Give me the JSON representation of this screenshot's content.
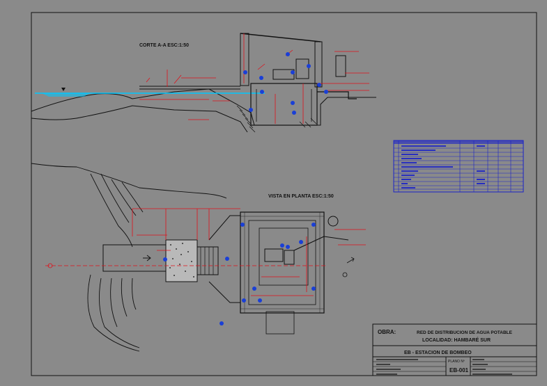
{
  "section_title": "CORTE A-A ESC:1:50",
  "plan_title": "VISTA EN PLANTA ESC:1:50",
  "title_block": {
    "obra_label": "OBRA:",
    "obra_value": "RED DE DISTRIBUCION DE AGUA POTABLE",
    "localidad": "LOCALIDAD: HAMBARÉ SUR",
    "subject": "EB - ESTACION DE BOMBEO",
    "plano_label": "PLANO Nº",
    "sheet_code": "EB-001"
  },
  "colors": {
    "background": "#8a8a8a",
    "line": "#000000",
    "dimension": "#e0101a",
    "marker": "#1a3fd6",
    "water": "#00c8ff",
    "table": "#1a22c8"
  }
}
